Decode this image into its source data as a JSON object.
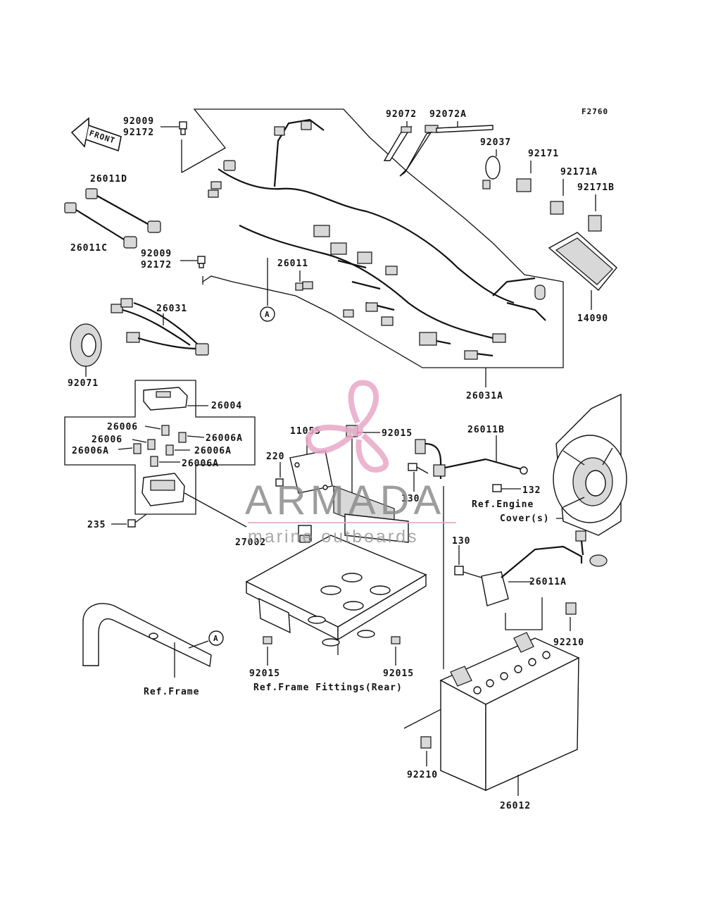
{
  "figure_code": "F2760",
  "front_arrow": "FRONT",
  "callouts": {
    "c92009a": "92009",
    "c92172a": "92172",
    "c26011D": "26011D",
    "c26011C": "26011C",
    "c92009b": "92009",
    "c92172b": "92172",
    "c26011": "26011",
    "refA1": "A",
    "c26031": "26031",
    "c92071": "92071",
    "c92072": "92072",
    "c92072A": "92072A",
    "c92037": "92037",
    "c92171": "92171",
    "c92171A": "92171A",
    "c92171B": "92171B",
    "c14090": "14090",
    "c26031A": "26031A",
    "c26004": "26004",
    "c26006a": "26006",
    "c26006b": "26006",
    "c26006A1": "26006A",
    "c26006A2": "26006A",
    "c26006A3": "26006A",
    "c26006A4": "26006A",
    "c235": "235",
    "c11055": "11055",
    "c92015top": "92015",
    "c220": "220",
    "c27002": "27002",
    "c130a": "130",
    "c130b": "130",
    "c26011B": "26011B",
    "c132": "132",
    "refEngine1": "Ref.Engine",
    "refEngine2": "Cover(s)",
    "c26011A": "26011A",
    "c92210a": "92210",
    "c92210b": "92210",
    "c92015L": "92015",
    "c92015R": "92015",
    "refFrameFittings": "Ref.Frame Fittings(Rear)",
    "refA2": "A",
    "refFrame": "Ref.Frame",
    "c26012": "26012"
  },
  "watermark": {
    "brand": "ARMADA",
    "tagline": "marine outboards",
    "logo_color": "#e8a9c8"
  }
}
